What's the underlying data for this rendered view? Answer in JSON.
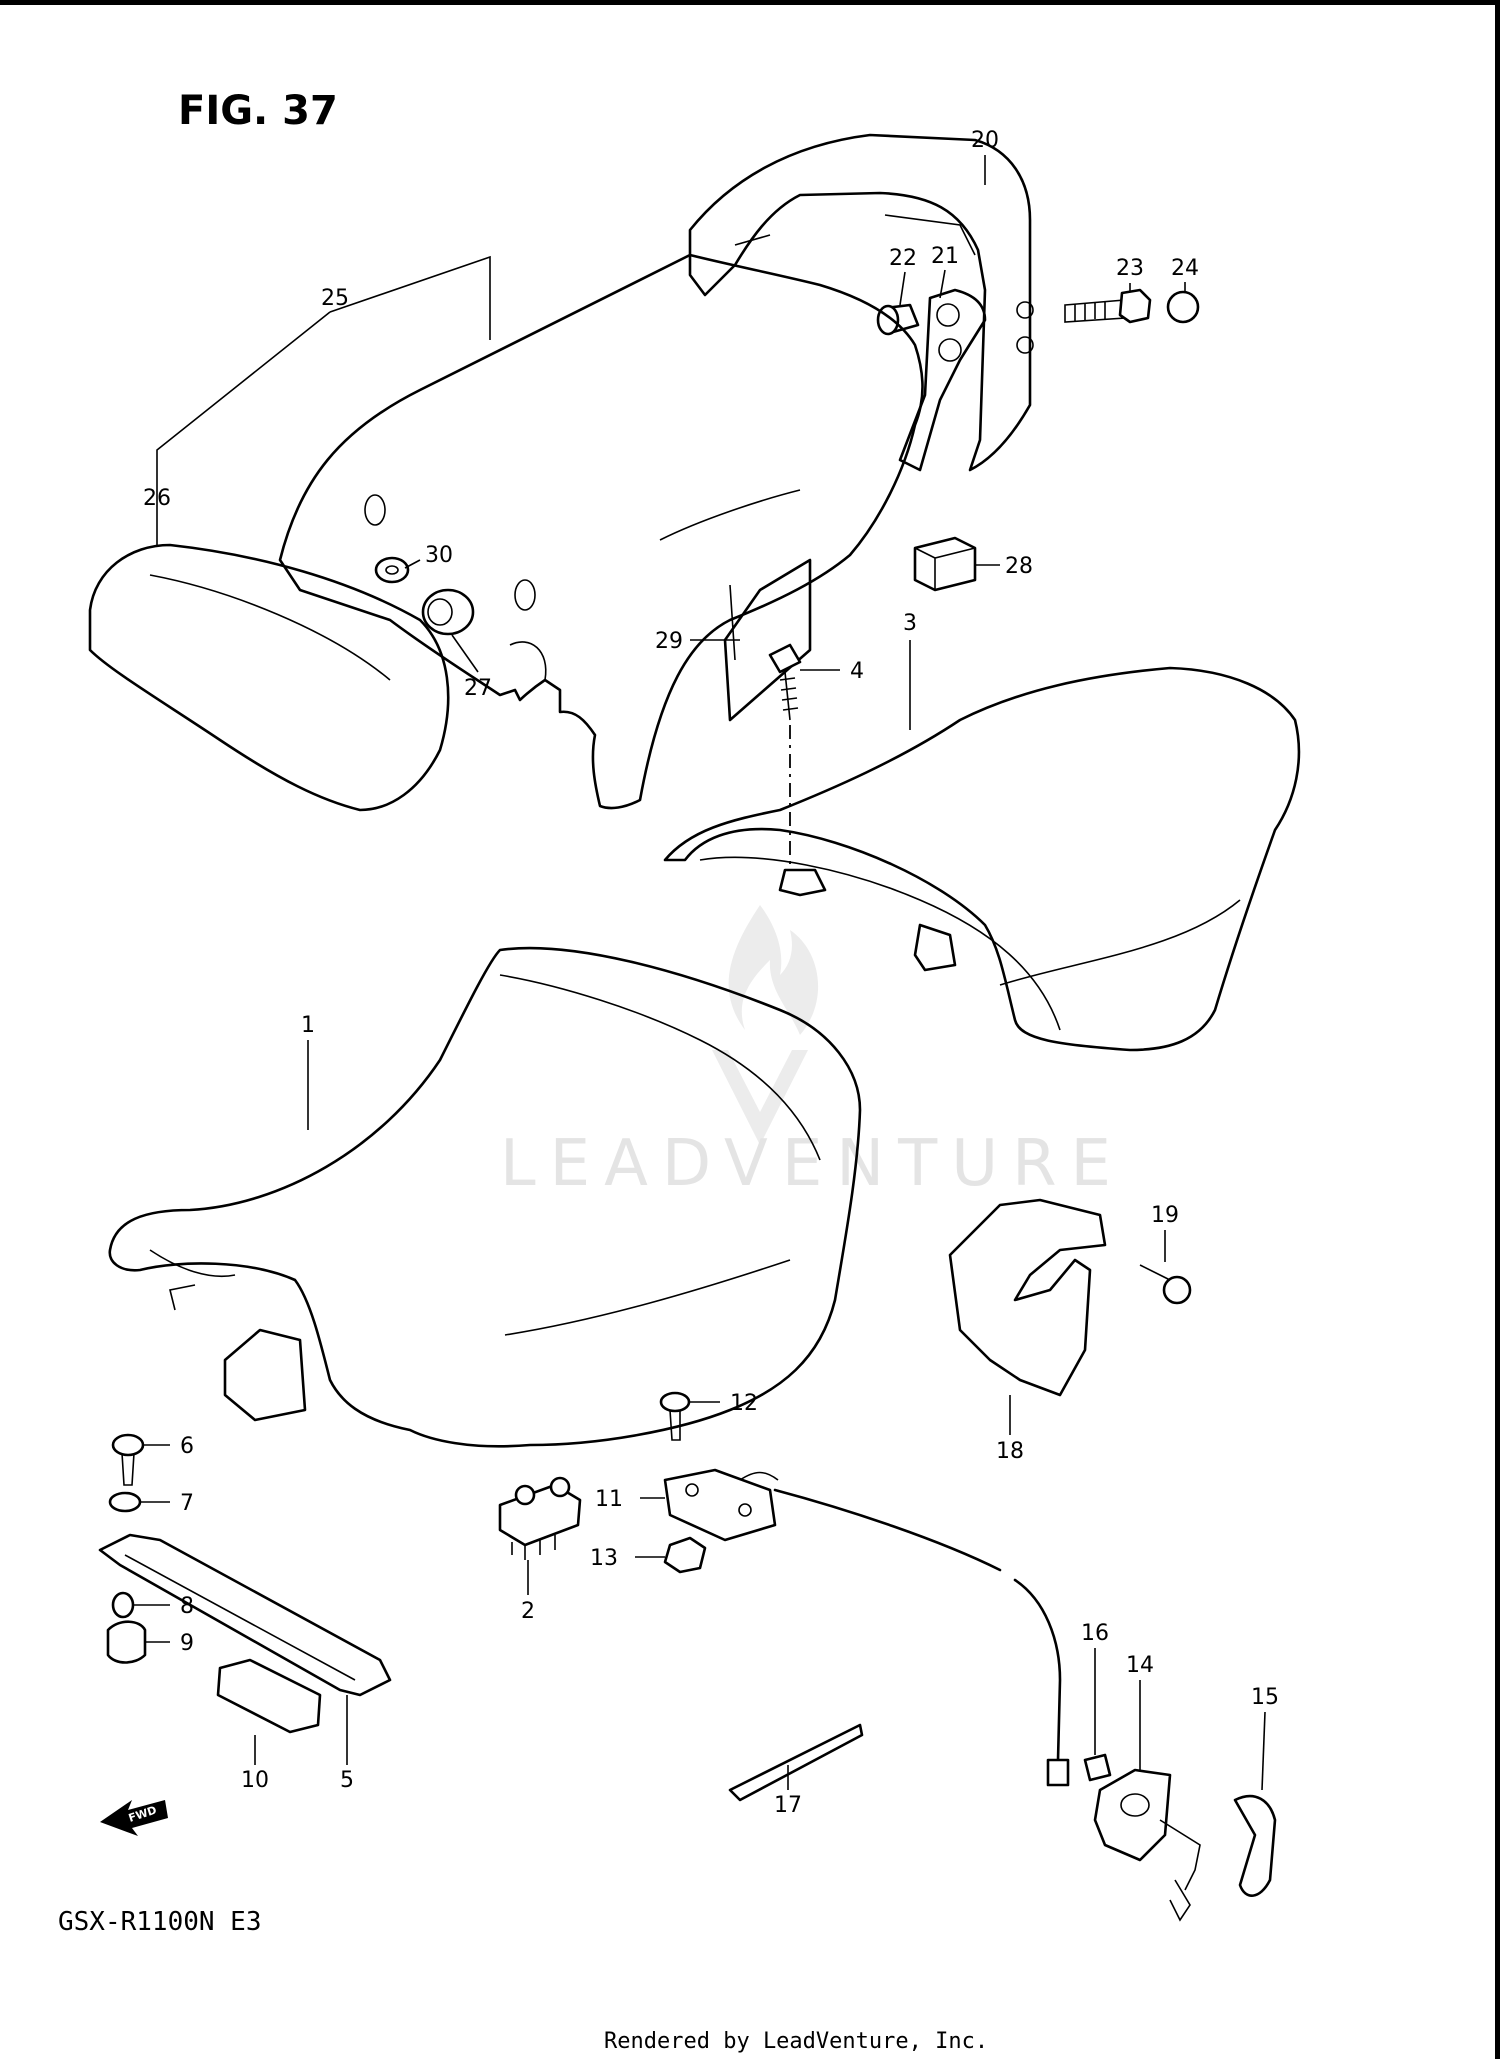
{
  "figure": {
    "title": "FIG. 37",
    "model": "GSX-R1100N E3"
  },
  "footer": "Rendered by LeadVenture, Inc.",
  "watermark": "LEADVENTURE",
  "direction_tag": "FWD",
  "callouts": [
    "1",
    "2",
    "3",
    "4",
    "5",
    "6",
    "7",
    "8",
    "9",
    "10",
    "11",
    "12",
    "13",
    "14",
    "15",
    "16",
    "17",
    "18",
    "19",
    "20",
    "21",
    "22",
    "23",
    "24",
    "25",
    "26",
    "27",
    "28",
    "29",
    "30"
  ],
  "icons": {
    "direction": "fwd-arrow-icon",
    "watermark_logo": "flame-logo-icon"
  }
}
